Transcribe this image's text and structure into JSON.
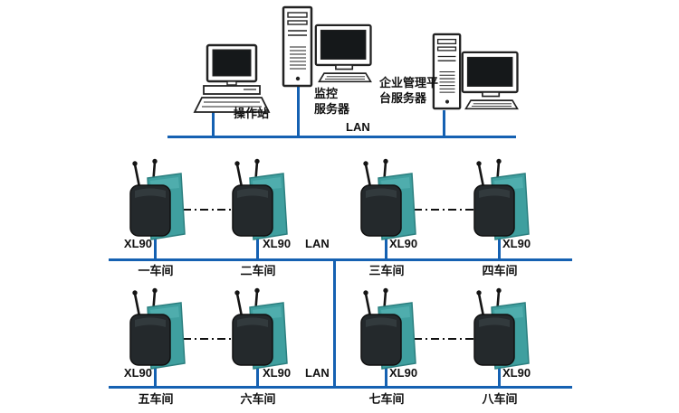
{
  "colors": {
    "lan_line": "#1561b2",
    "device_teal": "#3f9f9f",
    "device_teal_dark": "#2c7f7f",
    "device_dark": "#24292c",
    "text": "#111111"
  },
  "top_nodes": {
    "operator_station": "操作站",
    "monitor_server": "监控\n服务器",
    "enterprise_server": "企业管理平\n台服务器"
  },
  "lan": {
    "top": "LAN",
    "middle": "LAN",
    "bottom": "LAN"
  },
  "device_model": "XL90",
  "workshops": [
    "一车间",
    "二车间",
    "三车间",
    "四车间",
    "五车间",
    "六车间",
    "七车间",
    "八车间"
  ]
}
